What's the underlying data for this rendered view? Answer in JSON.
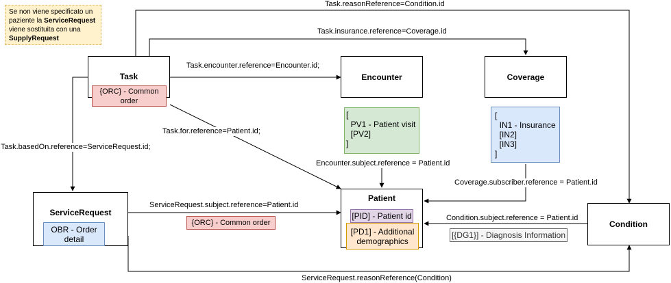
{
  "colors": {
    "red_fill": "#f8cecc",
    "red_border": "#b85450",
    "green_fill": "#d5e8d4",
    "green_border": "#82b366",
    "blue_fill": "#dae8fc",
    "blue_border": "#6c8ebf",
    "purple_fill": "#e1d5e7",
    "purple_border": "#9673a6",
    "orange_fill": "#ffe6cc",
    "orange_border": "#d79b00",
    "yellow_fill": "#fff2cc",
    "yellow_border": "#d6b656",
    "gray_fill": "#f5f5f5",
    "gray_border": "#666666"
  },
  "note": {
    "line1": "Se non viene specificato un",
    "line2_pre": "paziente la ",
    "line2_bold": "ServiceRequest",
    "line3": "viene sostituita con una",
    "line4_bold": "SupplyRequest"
  },
  "nodes": {
    "task": "Task",
    "encounter": "Encounter",
    "coverage": "Coverage",
    "patient": "Patient",
    "service_request": "ServiceRequest",
    "condition": "Condition"
  },
  "segments": {
    "task_orc": "{ORC} - Common order",
    "encounter_pv": "[\n  PV1 - Patient visit\n  [PV2]\n]",
    "coverage_in": "[\n  IN1 - Insurance\n  [IN2]\n  [IN3]\n]",
    "patient_pid": "[PID] - Patient id",
    "patient_pd1": "[PD1] - Additional demographics",
    "sr_obr": "OBR - Order detail",
    "sr_orc": "{ORC} - Common order",
    "condition_dg1": "[{DG1}] - Diagnosis Information"
  },
  "edges": {
    "task_reason": "Task.reasonReference=Condition.id",
    "task_insurance": "Task.insurance.reference=Coverage.id",
    "task_encounter": "Task.encounter.reference=Encounter.id;",
    "task_for": "Task.for.reference=Patient.id;",
    "task_based_on": "Task.basedOn.reference=ServiceRequest.id;",
    "encounter_subject": "Encounter.subject.reference = Patient.id",
    "coverage_subscriber": "Coverage.subscriber.reference = Patient.id",
    "sr_subject": "ServiceRequest.subject.reference=Patient.id",
    "condition_subject": "Condition.subject.reference = Patient.id",
    "sr_reason": "ServiceRequest.reasonReference(Condition)"
  }
}
